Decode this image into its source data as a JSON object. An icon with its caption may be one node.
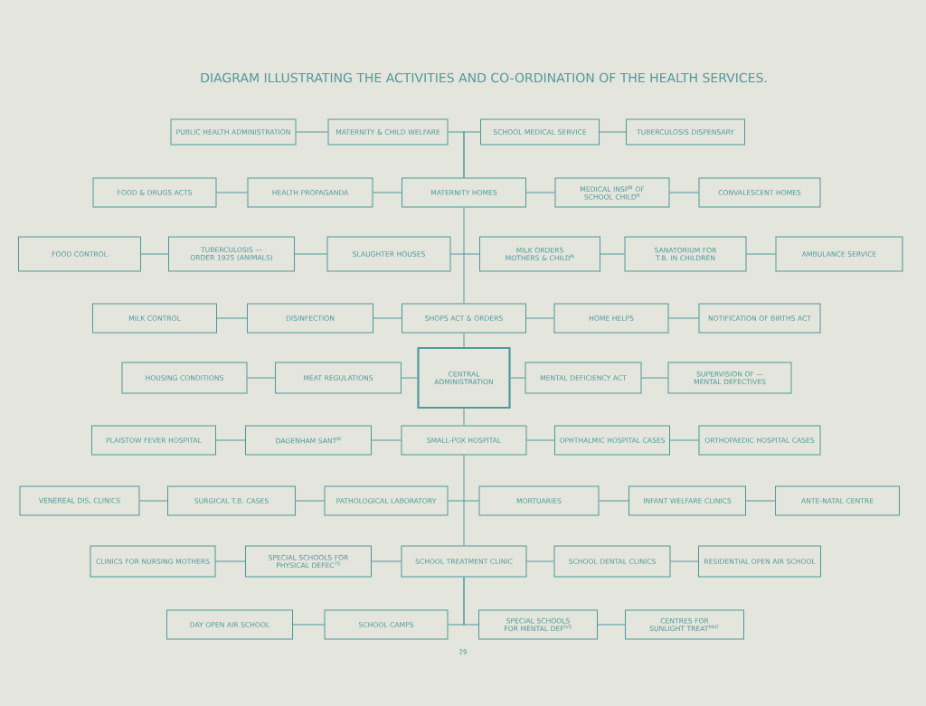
{
  "diagram": {
    "title": "DIAGRAM ILLUSTRATING THE ACTIVITIES AND CO-ORDINATION OF THE HEALTH SERVICES.",
    "nodes": [
      {
        "text": [
          "PUBLIC HEALTH ADMINISTRATION"
        ]
      },
      {
        "text": [
          "MATERNITY & CHILD WELFARE"
        ]
      },
      {
        "text": [
          "SCHOOL MEDICAL SERVICE"
        ]
      },
      {
        "text": [
          "TUBERCULOSIS DISPENSARY"
        ]
      },
      {
        "text": [
          "FOOD & DRUGS ACTS"
        ]
      },
      {
        "text": [
          "HEALTH PROPAGANDA"
        ]
      },
      {
        "text": [
          "MATERNITY HOMES"
        ]
      },
      {
        "text": [
          "MEDICAL INSP$^{N}$ OF SCHOOL CHILD$^{N}$"
        ]
      },
      {
        "text": [
          "CONVALESCENT HOMES"
        ]
      },
      {
        "text": [
          "FOOD CONTROL"
        ]
      },
      {
        "text": [
          "TUBERCULOSIS — ORDER 1925 (ANIMALS)"
        ]
      },
      {
        "text": [
          "SLAUGHTER HOUSES"
        ]
      },
      {
        "text": [
          "MILK ORDERS MOTHERS & CHILD$^{N}$"
        ]
      },
      {
        "text": [
          "SANATORIUM FOR T.B. IN CHILDREN"
        ]
      },
      {
        "text": [
          "AMBULANCE SERVICE"
        ]
      },
      {
        "text": [
          "MILK CONTROL"
        ]
      },
      {
        "text": [
          "DISINFECTION"
        ]
      },
      {
        "text": [
          "SHOPS ACT & ORDERS"
        ]
      },
      {
        "text": [
          "HOME HELPS"
        ]
      },
      {
        "text": [
          "NOTIFICATION OF BIRTHS ACT"
        ]
      },
      {
        "text": [
          "HOUSING CONDITIONS"
        ]
      },
      {
        "text": [
          "MEAT REGULATIONS"
        ]
      },
      {
        "text": [
          "CENTRAL ADMINISTRATION"
        ]
      },
      {
        "text": [
          "MENTAL DEFICIENCY ACT"
        ]
      },
      {
        "text": [
          "SUPERVISION OF — MENTAL DEFECTIVES"
        ]
      },
      {
        "text": [
          "PLAISTOW FEVER HOSPITAL"
        ]
      },
      {
        "text": [
          "DAGENHAM SANT$^{M}$"
        ]
      },
      {
        "text": [
          "SMALL-POX HOSPITAL"
        ]
      },
      {
        "text": [
          "OPHTHALMIC HOSPITAL CASES"
        ]
      },
      {
        "text": [
          "ORTHOPAEDIC HOSPITAL CASES"
        ]
      },
      {
        "text": [
          "VENEREAL DIS, CLINICS"
        ]
      },
      {
        "text": [
          "SURGICAL T.B. CASES"
        ]
      },
      {
        "text": [
          "PATHOLOGICAL LABORATORY"
        ]
      },
      {
        "text": [
          "MORTUARIES"
        ]
      },
      {
        "text": [
          "INFANT WELFARE CLINICS"
        ]
      },
      {
        "text": [
          "ANTE-NATAL CENTRE"
        ]
      },
      {
        "text": [
          "CLINICS FOR NURSING MOTHERS"
        ]
      },
      {
        "text": [
          "SPECIAL SCHOOLS FOR PHYSICAL DEFEC$^{TS}$"
        ]
      },
      {
        "text": [
          "SCHOOL TREATMENT CLINIC"
        ]
      },
      {
        "text": [
          "SCHOOL DENTAL CLINICS"
        ]
      },
      {
        "text": [
          "RESIDENTIAL OPEN AIR SCHOOL"
        ]
      },
      {
        "text": [
          "DAY OPEN AIR SCHOOL"
        ]
      },
      {
        "text": [
          "SCHOOL CAMPS"
        ]
      },
      {
        "text": [
          "SPECIAL SCHOOLS FOR MENTAL DEF$^{IVS}$"
        ]
      },
      {
        "text": [
          "CENTRES FOR SUNLIGHT TREAT$^{MNT}$"
        ]
      }
    ],
    "edges": [
      {
        "from": 0,
        "to": 1,
        "arrow": "none"
      },
      {
        "from": 6,
        "to": 1,
        "arrow": "none"
      },
      {
        "from": 6,
        "to": 2,
        "arrow": "none"
      },
      {
        "from": 2,
        "to": 3,
        "arrow": "none"
      },
      {
        "from": 4,
        "to": 5,
        "arrow": "none"
      },
      {
        "from": 5,
        "to": 6,
        "arrow": "none"
      },
      {
        "from": 6,
        "to": 7,
        "arrow": "none"
      },
      {
        "from": 7,
        "to": 8,
        "arrow": "none"
      },
      {
        "from": 9,
        "to": 10,
        "arrow": "none"
      },
      {
        "from": 10,
        "to": 11,
        "arrow": "none"
      },
      {
        "from": 11,
        "to": 12,
        "arrow": "none"
      },
      {
        "from": 12,
        "to": 13,
        "arrow": "none"
      },
      {
        "from": 13,
        "to": 14,
        "arrow": "none"
      },
      {
        "from": 6,
        "to": 17,
        "arrow": "none"
      },
      {
        "from": 15,
        "to": 16,
        "arrow": "none"
      },
      {
        "from": 16,
        "to": 17,
        "arrow": "none"
      },
      {
        "from": 17,
        "to": 18,
        "arrow": "none"
      },
      {
        "from": 18,
        "to": 19,
        "arrow": "none"
      },
      {
        "from": 17,
        "to": 22,
        "arrow": "none"
      },
      {
        "from": 20,
        "to": 21,
        "arrow": "none"
      },
      {
        "from": 21,
        "to": 22,
        "arrow": "none"
      },
      {
        "from": 22,
        "to": 23,
        "arrow": "none"
      },
      {
        "from": 23,
        "to": 24,
        "arrow": "none"
      },
      {
        "from": 22,
        "to": 27,
        "arrow": "none"
      },
      {
        "from": 25,
        "to": 26,
        "arrow": "none"
      },
      {
        "from": 26,
        "to": 27,
        "arrow": "none"
      },
      {
        "from": 27,
        "to": 28,
        "arrow": "none"
      },
      {
        "from": 28,
        "to": 29,
        "arrow": "none"
      },
      {
        "from": 27,
        "to": 38,
        "arrow": "none"
      },
      {
        "from": 30,
        "to": 31,
        "arrow": "none"
      },
      {
        "from": 31,
        "to": 32,
        "arrow": "none"
      },
      {
        "from": 32,
        "to": 33,
        "arrow": "none"
      },
      {
        "from": 33,
        "to": 34,
        "arrow": "none"
      },
      {
        "from": 34,
        "to": 35,
        "arrow": "none"
      },
      {
        "from": 36,
        "to": 37,
        "arrow": "none"
      },
      {
        "from": 37,
        "to": 38,
        "arrow": "none"
      },
      {
        "from": 38,
        "to": 39,
        "arrow": "none"
      },
      {
        "from": 39,
        "to": 40,
        "arrow": "none"
      },
      {
        "from": 38,
        "to": 42,
        "arrow": "none"
      },
      {
        "from": 38,
        "to": 43,
        "arrow": "none"
      },
      {
        "from": 41,
        "to": 42,
        "arrow": "none"
      },
      {
        "from": 43,
        "to": 44,
        "arrow": "none"
      }
    ],
    "labels": [
      "29"
    ]
  }
}
